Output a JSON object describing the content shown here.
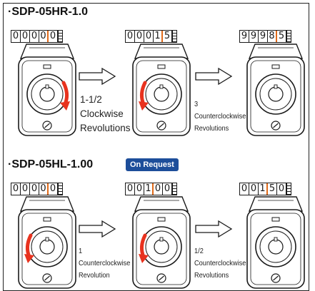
{
  "section1": {
    "heading": "·SDP-05HR-1.0",
    "counters": [
      {
        "digits": [
          "0",
          "0",
          "0",
          "0",
          "0"
        ],
        "highlight": 4
      },
      {
        "digits": [
          "0",
          "0",
          "0",
          "1",
          "5"
        ],
        "highlight": 4
      },
      {
        "digits": [
          "9",
          "9",
          "9",
          "8",
          "5"
        ],
        "highlight": 4
      }
    ],
    "captions": [
      {
        "lines": [
          "1-1/2",
          "Clockwise",
          "Revolutions"
        ]
      },
      {
        "lines": [
          "3",
          "Counterclockwise",
          "Revolutions"
        ]
      }
    ]
  },
  "section2": {
    "heading": "·SDP-05HL-1.00",
    "badge": "On Request",
    "counters": [
      {
        "digits": [
          "0",
          "0",
          "0",
          "0",
          "0"
        ],
        "highlight": 4
      },
      {
        "digits": [
          "0",
          "0",
          "1",
          "0",
          "0"
        ],
        "highlight": 3
      },
      {
        "digits": [
          "0",
          "0",
          "1",
          "5",
          "0"
        ],
        "highlight": 3
      }
    ],
    "captions": [
      {
        "lines": [
          "1",
          "Counterclockwise",
          "Revolution"
        ]
      },
      {
        "lines": [
          "1/2",
          "Counterclockwise",
          "Revolutions"
        ]
      }
    ]
  },
  "colors": {
    "rotation_arrow": "#e8321e",
    "digit_marker": "#e06a1a",
    "badge_bg": "#1d4e9a",
    "device_body": "#ffffff",
    "outline": "#1a1a1a"
  }
}
